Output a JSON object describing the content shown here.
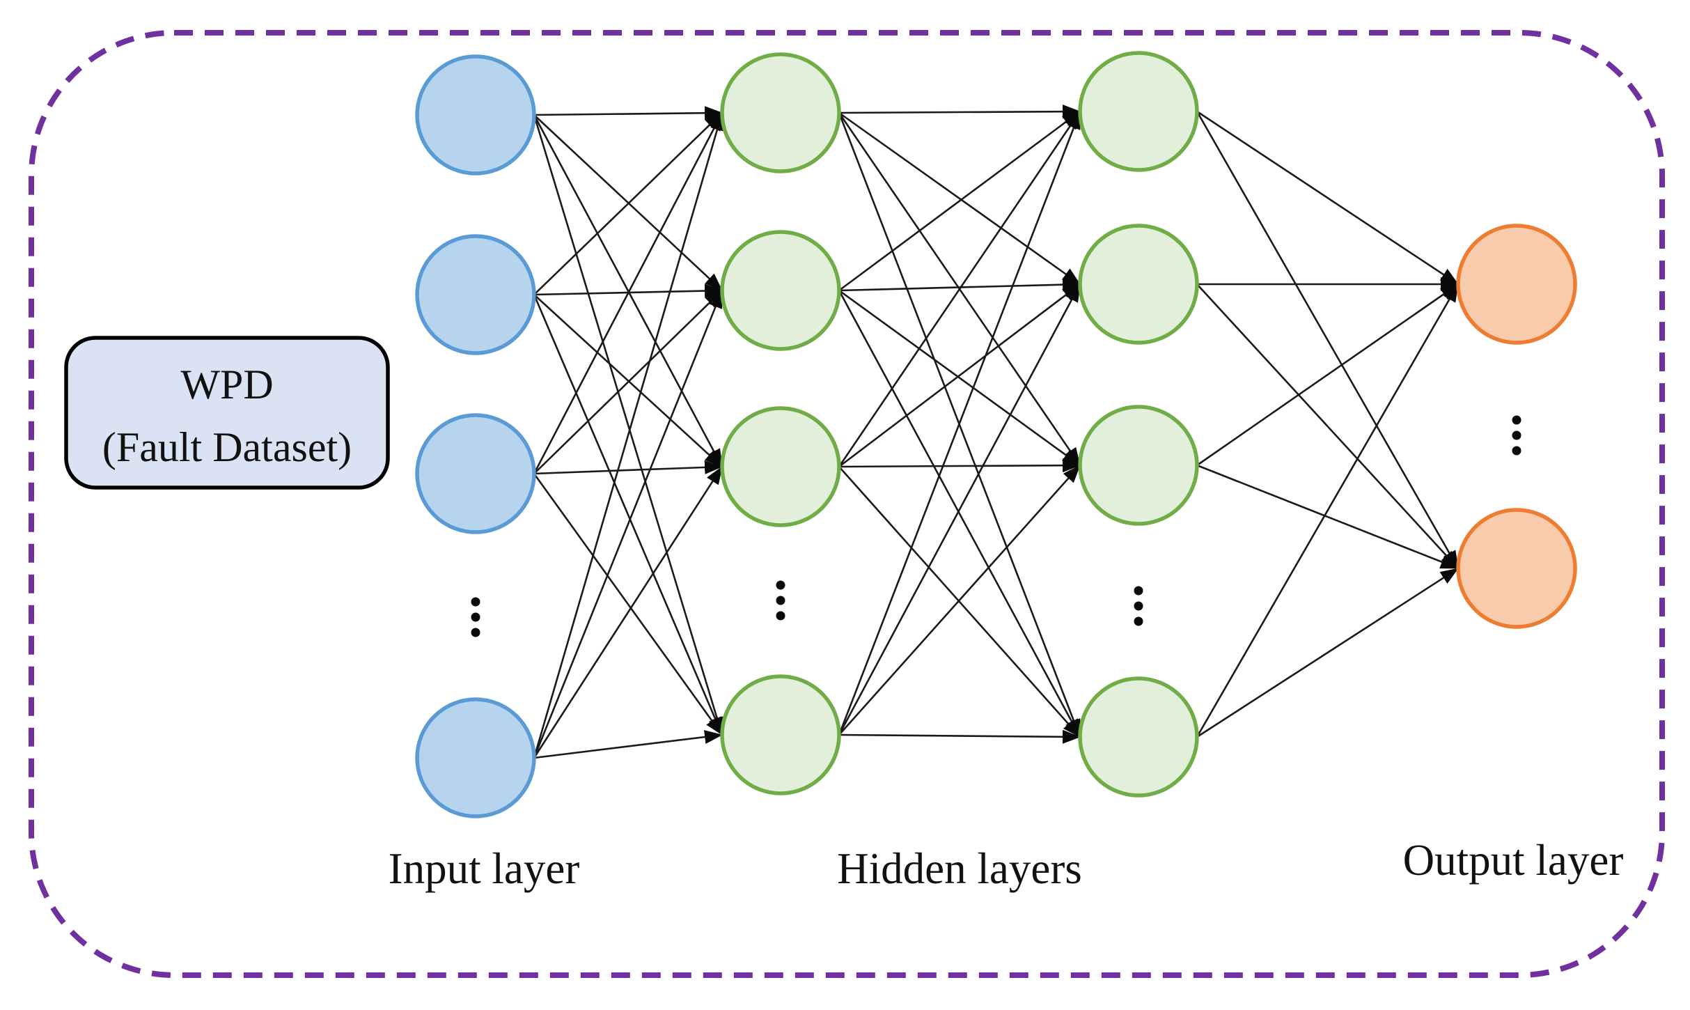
{
  "figure": {
    "description": "Neural network diagram fed by WPD fault dataset",
    "boundary": {
      "color": "#7030A0",
      "style": "dashed"
    },
    "edge_color": "#1a1a1a",
    "ellipsis_char": "⋮",
    "wpd_box": {
      "line1": "WPD",
      "line2": "(Fault Dataset)",
      "fill": "#DAE3F3",
      "border_color": "#000000"
    },
    "layers": [
      {
        "id": "input",
        "role": "input",
        "visible_nodes": 4,
        "has_ellipsis": true,
        "fill": "#B7D4EE",
        "stroke": "#5B9BD5"
      },
      {
        "id": "hidden1",
        "role": "hidden",
        "visible_nodes": 4,
        "has_ellipsis": true,
        "fill": "#E2EFDA",
        "stroke": "#70AD47"
      },
      {
        "id": "hidden2",
        "role": "hidden",
        "visible_nodes": 4,
        "has_ellipsis": true,
        "fill": "#E2EFDA",
        "stroke": "#70AD47"
      },
      {
        "id": "output",
        "role": "output",
        "visible_nodes": 2,
        "has_ellipsis": true,
        "fill": "#F8CBAD",
        "stroke": "#ED7D31"
      }
    ],
    "labels": {
      "input": "Input layer",
      "hidden": "Hidden layers",
      "output": "Output layer"
    }
  }
}
